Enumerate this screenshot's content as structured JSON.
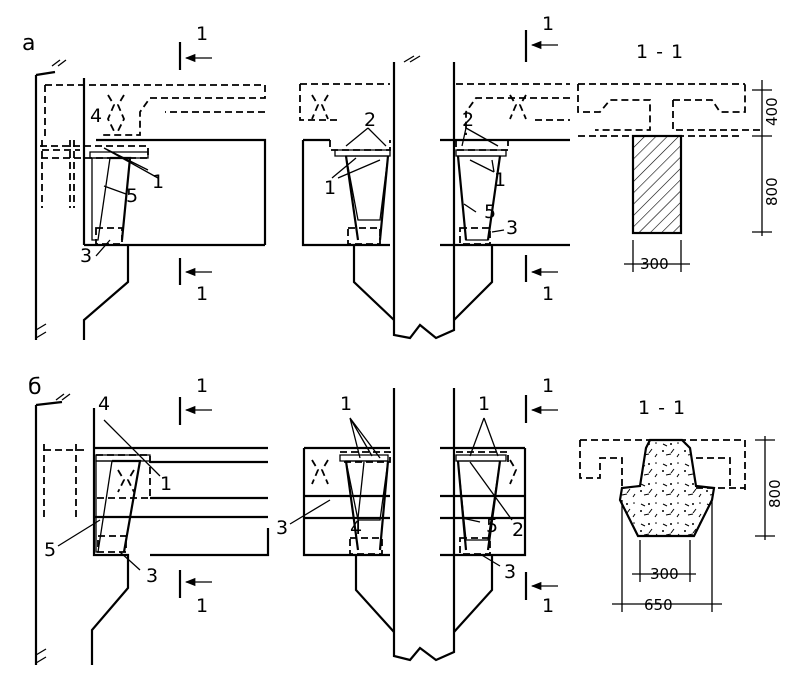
{
  "rows": [
    {
      "id": "a",
      "letter": "а",
      "section_label": "1 - 1",
      "cut_marks": [
        "1",
        "1",
        "1",
        "1"
      ],
      "callouts": {
        "n1a": "1",
        "n1b": "1",
        "n1c": "1",
        "n2a": "2",
        "n2b": "2",
        "n3a": "3",
        "n3b": "3",
        "n4": "4",
        "n5a": "5",
        "n5b": "5"
      },
      "dimensions": {
        "top_depth": "400",
        "bottom_depth": "800",
        "width": "300"
      }
    },
    {
      "id": "b",
      "letter": "б",
      "section_label": "1 - 1",
      "cut_marks": [
        "1",
        "1",
        "1",
        "1"
      ],
      "callouts": {
        "n1a": "1",
        "n1b": "1",
        "n1c": "1",
        "n2": "2",
        "n3a": "3",
        "n3b": "3",
        "n3c": "3",
        "n4a": "4",
        "n4b": "4",
        "n5a": "5",
        "n5b": "5"
      },
      "dimensions": {
        "depth": "800",
        "inner_width": "300",
        "outer_width": "650"
      }
    }
  ]
}
